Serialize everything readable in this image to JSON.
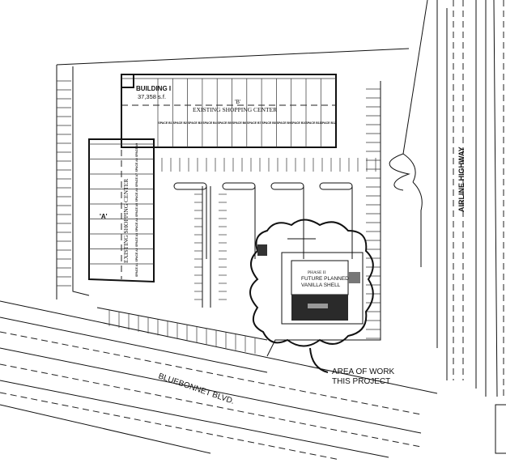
{
  "building_b": {
    "label": "'B'",
    "name": "EXISTING SHOPPING CENTER",
    "building_label": "BUILDING I",
    "area": "37,358 s.f.",
    "spaces": [
      "SPACE B1",
      "SPACE B2",
      "SPACE B3",
      "SPACE B4",
      "SPACE B5",
      "SPACE B6",
      "SPACE B7",
      "SPACE B8",
      "SPACE B9",
      "SPACE B10",
      "SPACE B11",
      "SPACE B12"
    ]
  },
  "building_a": {
    "label": "'A'",
    "name": "EXISTING SHOPPING CENTER",
    "spaces": [
      "SPACE A9",
      "SPACE A8",
      "SPACE A7",
      "SPACE A6",
      "SPACE A5",
      "SPACE A4",
      "SPACE A3",
      "SPACE A2",
      "SPACE A1"
    ]
  },
  "phase2": {
    "line1": "PHASE II",
    "line2": "FUTURE PLANNED",
    "line3": "VANILLA SHELL"
  },
  "callout": {
    "line1": "AREA OF WORK",
    "line2": "THIS PROJECT"
  },
  "roads": {
    "east": "AIRLINE HIGHWAY",
    "south": "BLUEBONNET BLVD."
  }
}
